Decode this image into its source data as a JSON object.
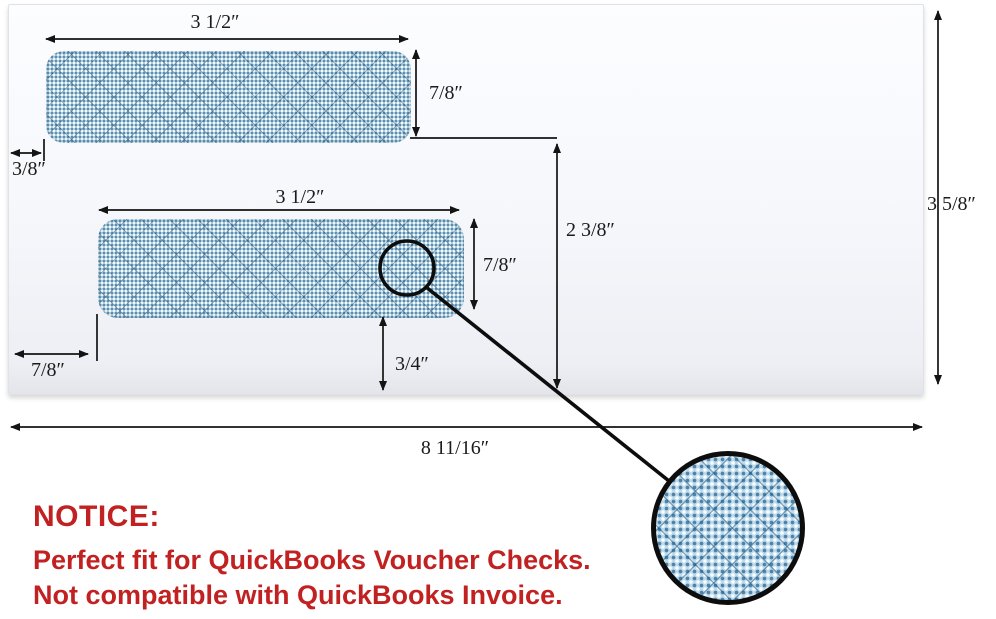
{
  "diagram": {
    "type": "envelope-dimension-diagram",
    "labels": {
      "top_window_width": "3 1/2″",
      "top_window_height": "7/8″",
      "top_window_left_margin": "3/8″",
      "bottom_window_width": "3 1/2″",
      "bottom_window_height": "7/8″",
      "bottom_window_left_margin": "7/8″",
      "top_window_to_bottom_edge": "2 3/8″",
      "bottom_window_bottom_margin": "3/4″",
      "envelope_height": "3 5/8″",
      "envelope_width": "8 11/16″"
    },
    "notice": {
      "title": "NOTICE:",
      "line1": "Perfect fit for QuickBooks Voucher Checks.",
      "line2": "Not compatible with QuickBooks Invoice."
    },
    "colors": {
      "notice_red": "#c22121",
      "security_tint_blue": "#b0d2e5",
      "dimension_line_black": "#141414",
      "envelope_white": "#f5f7fb"
    }
  }
}
